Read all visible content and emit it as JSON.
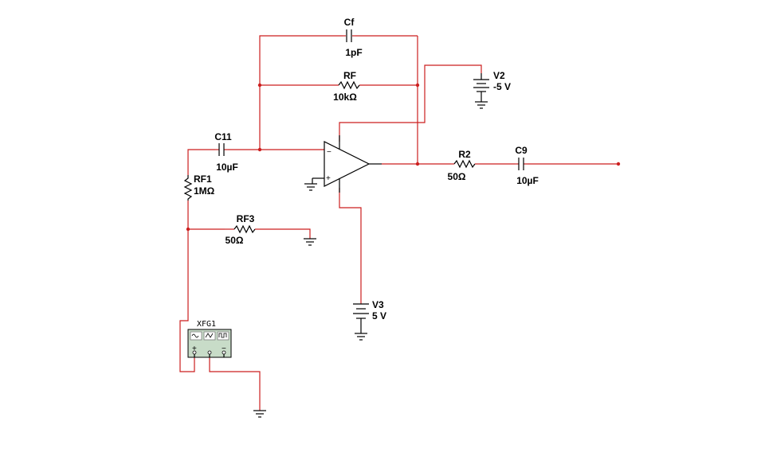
{
  "colors": {
    "wire": "#cc1f1f",
    "component": "#000000",
    "instrument_body": "#c8dcc8"
  },
  "components": {
    "cf": {
      "name": "Cf",
      "value": "1pF"
    },
    "rf": {
      "name": "RF",
      "value": "10kΩ"
    },
    "c11": {
      "name": "C11",
      "value": "10µF"
    },
    "rf1": {
      "name": "RF1",
      "value": "1MΩ"
    },
    "rf3": {
      "name": "RF3",
      "value": "50Ω"
    },
    "r2": {
      "name": "R2",
      "value": "50Ω"
    },
    "c9": {
      "name": "C9",
      "value": "10µF"
    },
    "v2": {
      "name": "V2",
      "value": "-5 V"
    },
    "v3": {
      "name": "V3",
      "value": "5 V"
    },
    "opamp": {
      "minus": "−",
      "plus": "+"
    },
    "xfg1": {
      "name": "XFG1",
      "terminals": {
        "plus": "+",
        "minus": "−"
      }
    }
  }
}
